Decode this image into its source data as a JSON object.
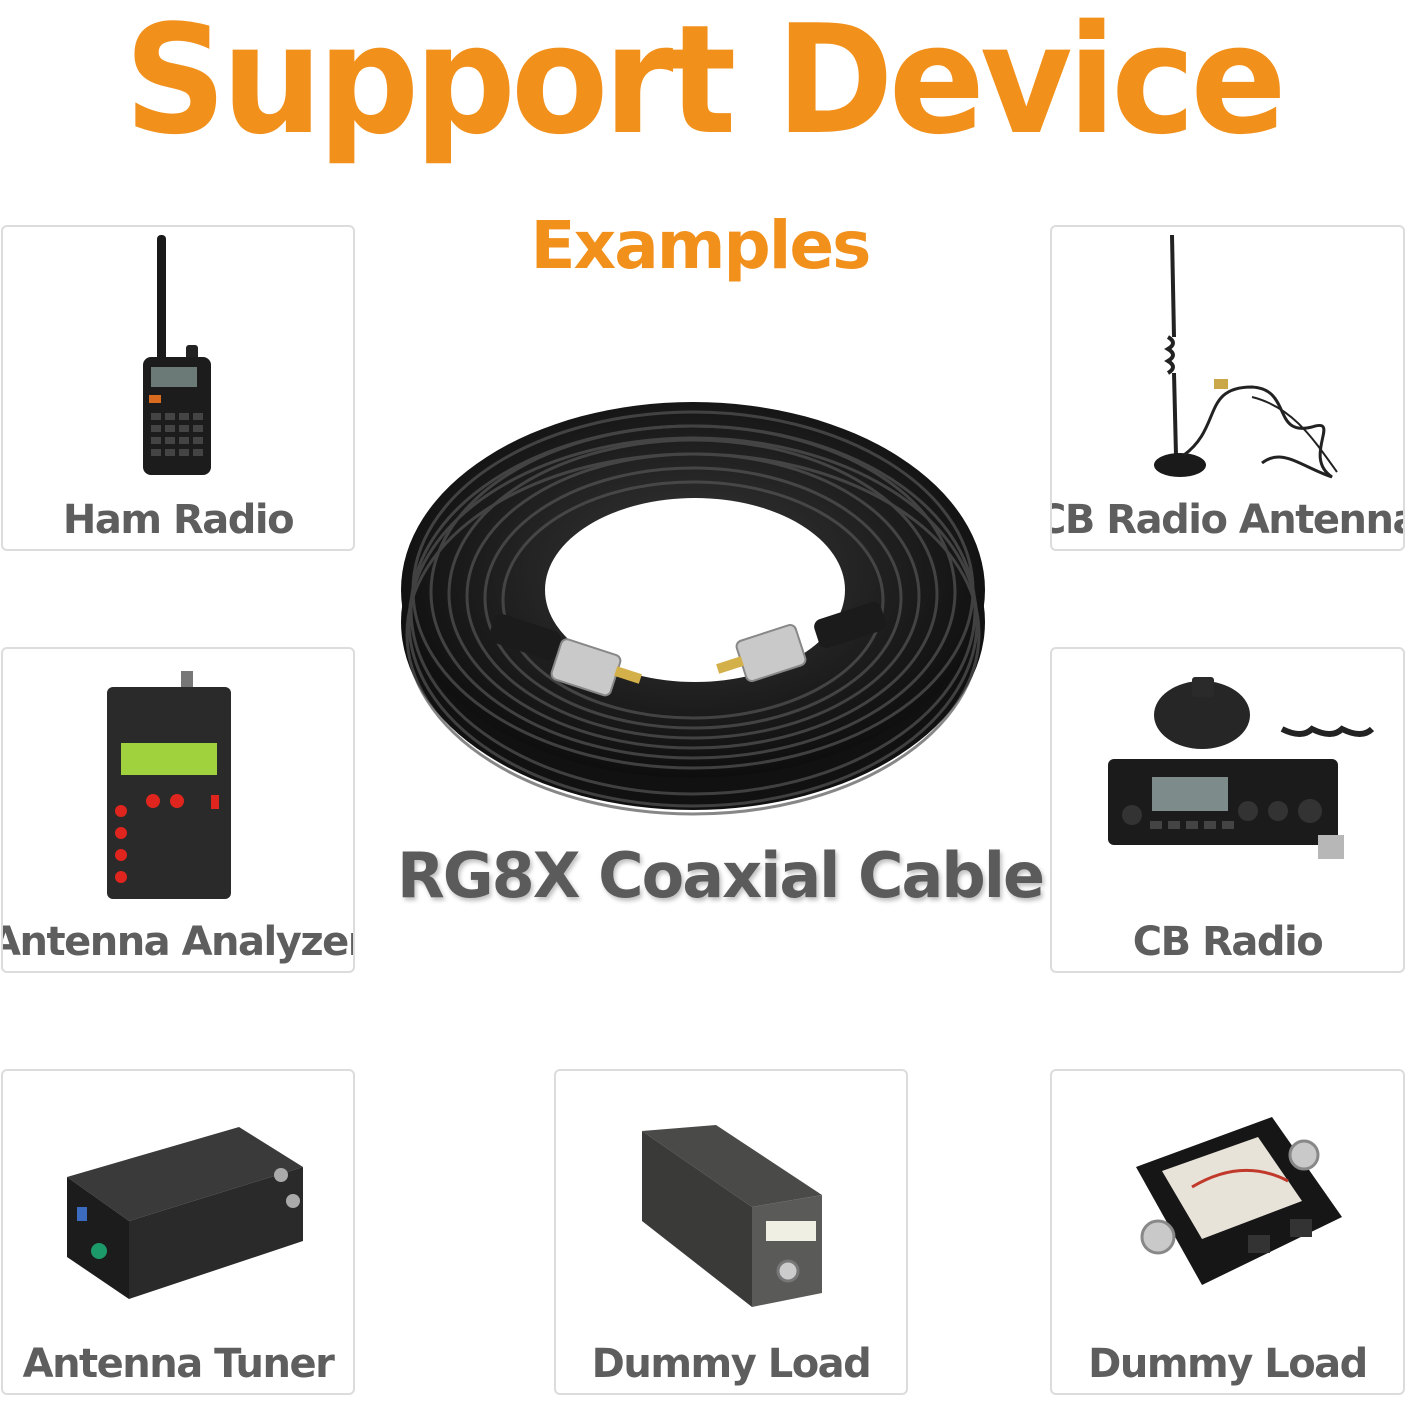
{
  "header": {
    "title": "Support Device",
    "subtitle": "Examples"
  },
  "center": {
    "caption": "RG8X Coaxial Cable",
    "image_icon": "coaxial-cable-coil-icon"
  },
  "cards": {
    "ham_radio": {
      "label": "Ham Radio",
      "icon": "handheld-radio-icon"
    },
    "cb_antenna": {
      "label": "CB Radio Antenna",
      "icon": "magnetic-antenna-icon"
    },
    "antenna_analyzer": {
      "label": "Antenna Analyzer",
      "icon": "antenna-analyzer-icon"
    },
    "cb_radio": {
      "label": "CB Radio",
      "icon": "cb-radio-icon"
    },
    "antenna_tuner": {
      "label": "Antenna Tuner",
      "icon": "antenna-tuner-icon"
    },
    "dummy_load_1": {
      "label": "Dummy Load",
      "icon": "dummy-load-icon"
    },
    "dummy_load_2": {
      "label": "Dummy Load",
      "icon": "swr-meter-icon"
    }
  },
  "colors": {
    "accent": "#f2901c",
    "label": "#5e5e5e",
    "card_border": "#dcdcdc"
  }
}
